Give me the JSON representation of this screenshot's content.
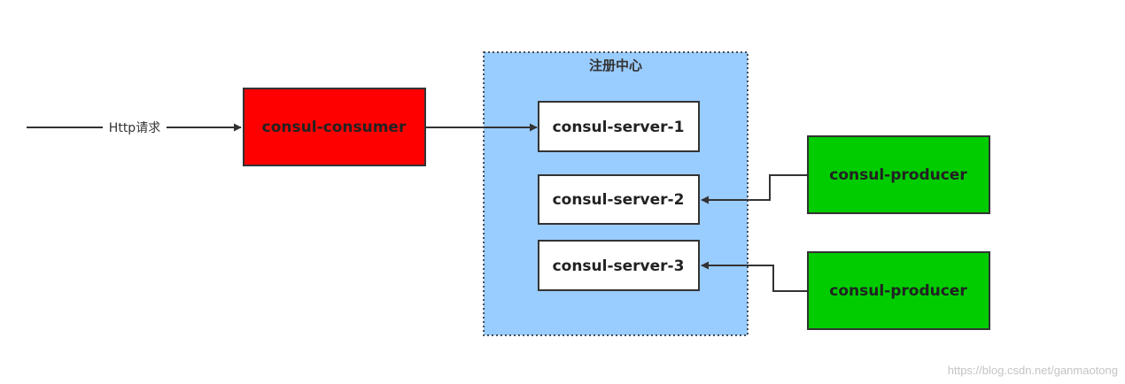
{
  "colors": {
    "consumer_fill": "#ff0000",
    "producer_fill": "#00cc00",
    "registry_fill": "#99ccff",
    "server_fill": "#ffffff",
    "stroke": "#333333"
  },
  "registry": {
    "title": "注册中心"
  },
  "request_label": "Http请求",
  "nodes": {
    "consumer": "consul-consumer",
    "server_1": "consul-server-1",
    "server_2": "consul-server-2",
    "server_3": "consul-server-3",
    "producer_1": "consul-producer",
    "producer_2": "consul-producer"
  },
  "watermark": "https://blog.csdn.net/ganmaotong"
}
